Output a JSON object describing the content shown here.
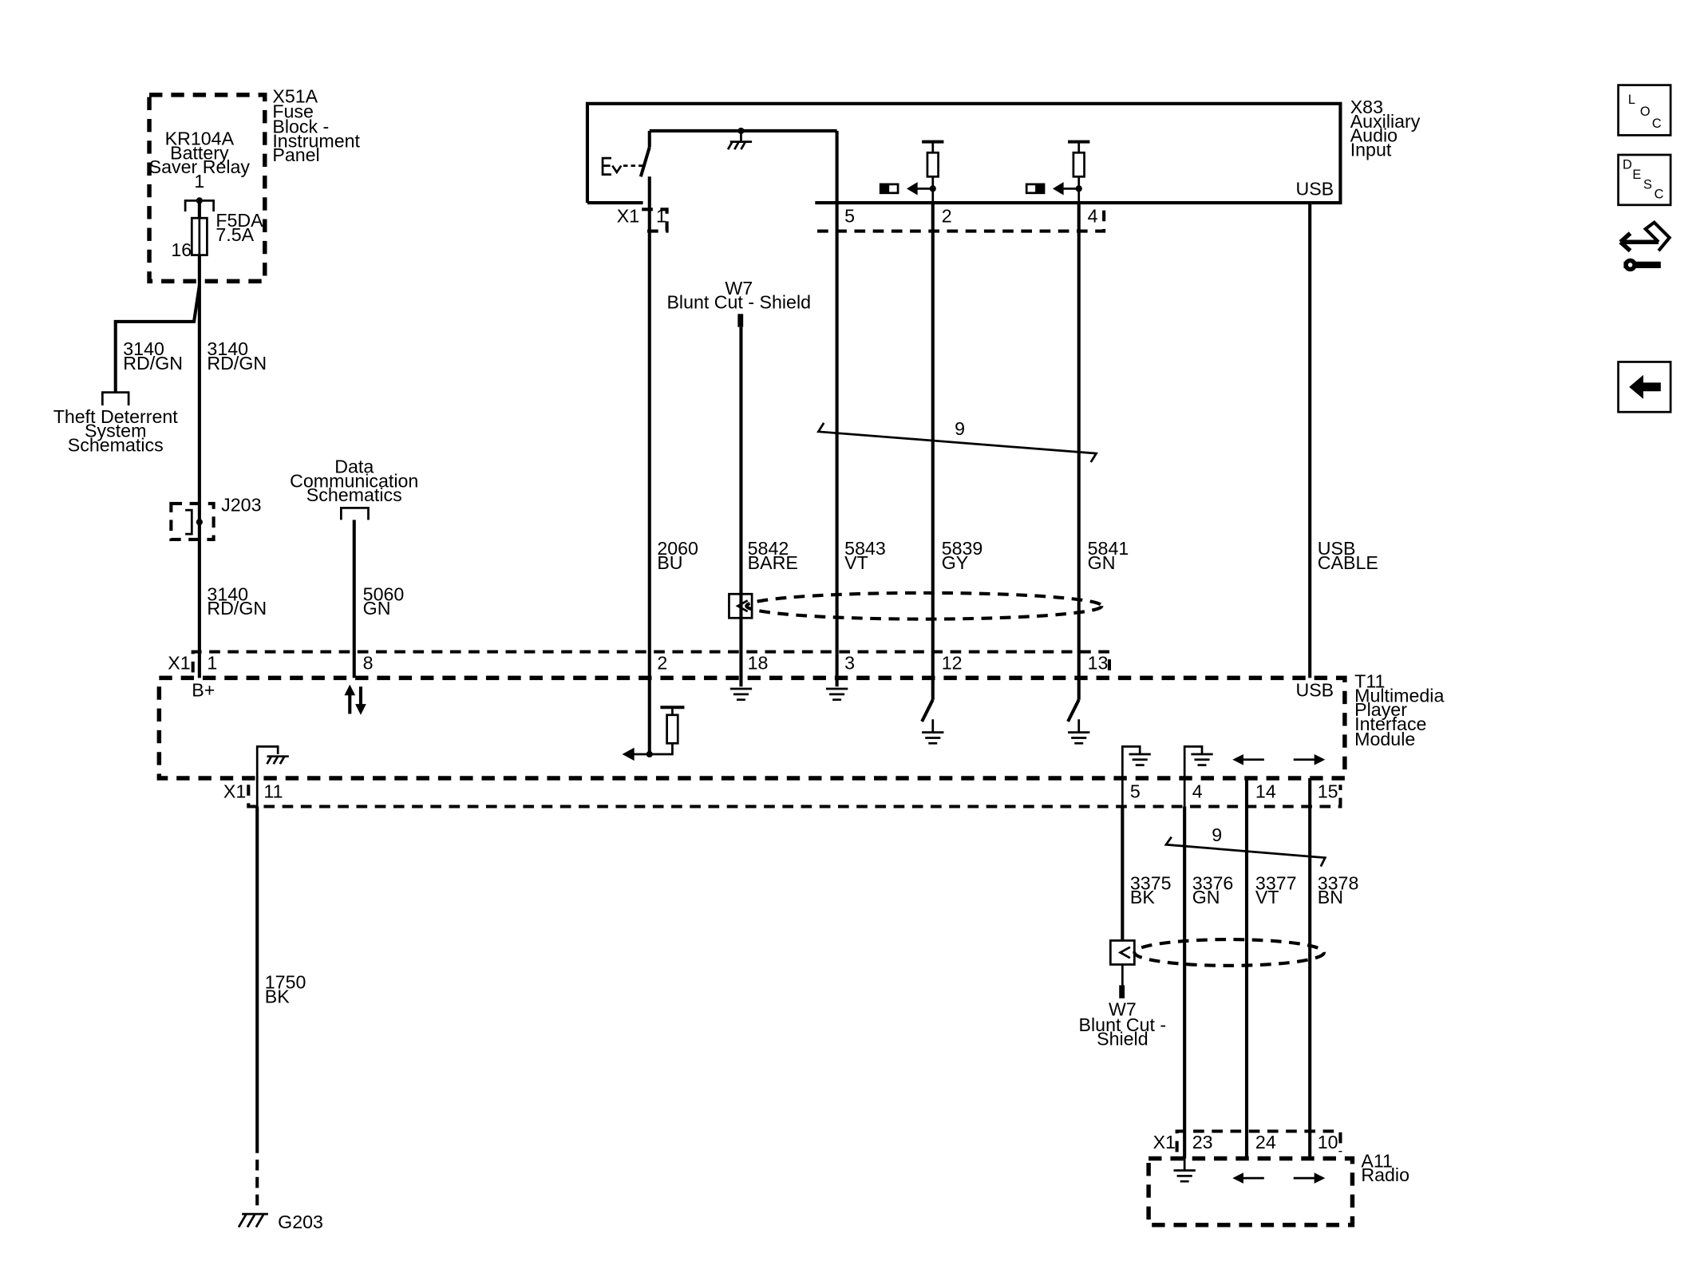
{
  "x51a": {
    "ref": "X51A",
    "name_lines": [
      "Fuse",
      "Block -",
      "Instrument",
      "Panel"
    ]
  },
  "kr104a": {
    "lines": [
      "KR104A",
      "Battery",
      "Saver Relay"
    ],
    "pin": "1"
  },
  "fuse": {
    "ref": "F5DA",
    "rating": "7.5A",
    "pin": "16"
  },
  "theft": {
    "lines": [
      "Theft Deterrent",
      "System",
      "Schematics"
    ]
  },
  "datacomm": {
    "lines": [
      "Data",
      "Communication",
      "Schematics"
    ]
  },
  "j203": "J203",
  "x83": {
    "ref": "X83",
    "name_lines": [
      "Auxiliary",
      "Audio",
      "Input"
    ],
    "usb": "USB"
  },
  "t11": {
    "ref": "T11",
    "name_lines": [
      "Multimedia",
      "Player",
      "Interface",
      "Module"
    ],
    "usb": "USB",
    "bplus": "B+"
  },
  "a11": {
    "ref": "A11",
    "name": "Radio"
  },
  "w7_top": {
    "lines": [
      "W7",
      "Blunt Cut - Shield"
    ]
  },
  "w7_bot": {
    "lines": [
      "W7",
      "Blunt Cut -",
      "Shield"
    ]
  },
  "g203": "G203",
  "connectors": {
    "x83_x1": "X1",
    "x83_pins": [
      "1",
      "5",
      "2",
      "4"
    ],
    "t11_top_x1": "X1",
    "t11_top_pins": [
      "1",
      "8",
      "2",
      "18",
      "3",
      "12",
      "13"
    ],
    "t11_bot_x1": "X1",
    "t11_bot_pins": [
      "11",
      "5",
      "4",
      "14",
      "15"
    ],
    "a11_x1": "X1",
    "a11_pins": [
      "23",
      "24",
      "10"
    ]
  },
  "twist_top": "9",
  "twist_bot": "9",
  "wires": {
    "w3140_left": [
      "3140",
      "RD/GN"
    ],
    "w3140_a": [
      "3140",
      "RD/GN"
    ],
    "w3140_b": [
      "3140",
      "RD/GN"
    ],
    "w5060": [
      "5060",
      "GN"
    ],
    "w2060": [
      "2060",
      "BU"
    ],
    "w5842": [
      "5842",
      "BARE"
    ],
    "w5843": [
      "5843",
      "VT"
    ],
    "w5839": [
      "5839",
      "GY"
    ],
    "w5841": [
      "5841",
      "GN"
    ],
    "wusb": [
      "USB",
      "CABLE"
    ],
    "w1750": [
      "1750",
      "BK"
    ],
    "w3375": [
      "3375",
      "BK"
    ],
    "w3376": [
      "3376",
      "GN"
    ],
    "w3377": [
      "3377",
      "VT"
    ],
    "w3378": [
      "3378",
      "BN"
    ]
  },
  "nav": {
    "loc": [
      "L",
      "O",
      "C"
    ],
    "desc": [
      "D",
      "E",
      "S",
      "C"
    ],
    "loc_icon": "loc-icon",
    "desc_icon": "desc-icon",
    "connector_icon": "connector-repair-icon",
    "back_icon": "back-arrow-icon"
  }
}
